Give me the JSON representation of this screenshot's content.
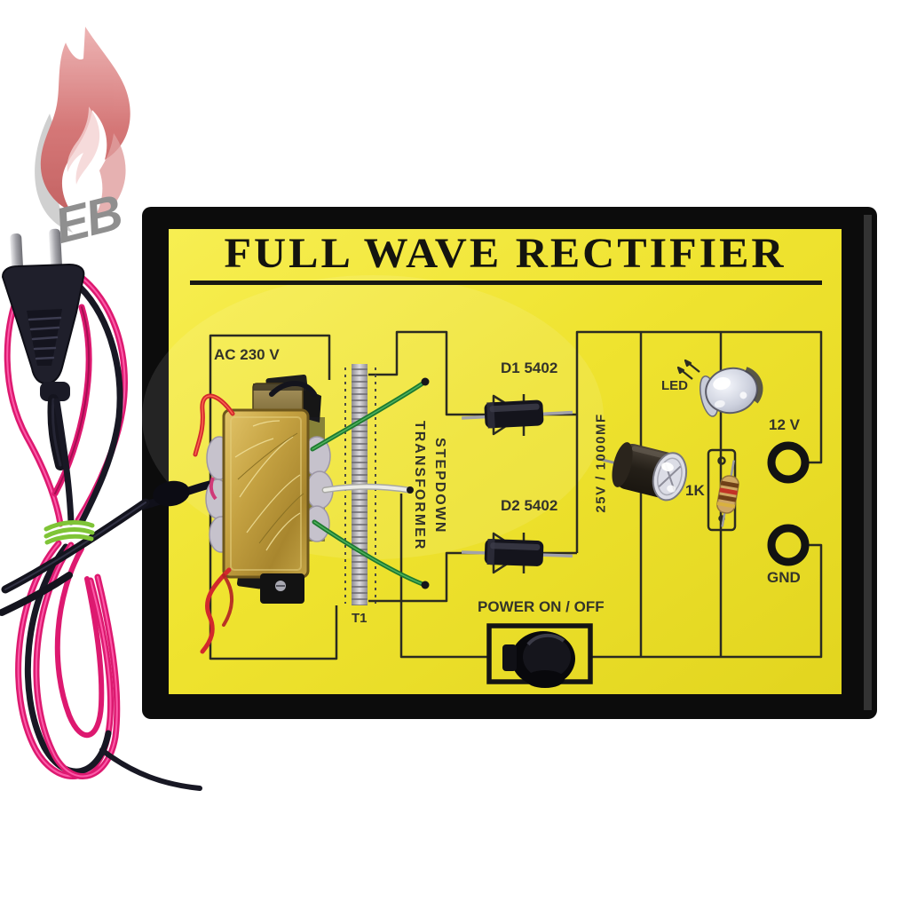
{
  "watermark": {
    "logo_text": "EB",
    "flame_icon": "flame-logo"
  },
  "board": {
    "title": "FULL WAVE RECTIFIER",
    "labels": {
      "ac_input": "AC 230 V",
      "transformer_type_line1": "STEPDOWN",
      "transformer_type_line2": "TRANSFORMER",
      "transformer_ref": "T1",
      "diode1": "D1 5402",
      "diode2": "D2 5402",
      "capacitor": "25V / 1000MF",
      "led": "LED",
      "resistor": "1K",
      "output_positive": "12 V",
      "output_ground": "GND",
      "power_switch": "POWER ON / OFF"
    },
    "colors": {
      "board_yellow": "#EFE32F",
      "frame_black": "#0C0C0C",
      "schematic_ink": "#2B2B21",
      "wire_magenta": "#DD1970",
      "wire_black": "#181824",
      "cable_tie_green": "#7FC437",
      "flame_red": "#C95555",
      "transformer_brass": "#C2A141"
    }
  }
}
